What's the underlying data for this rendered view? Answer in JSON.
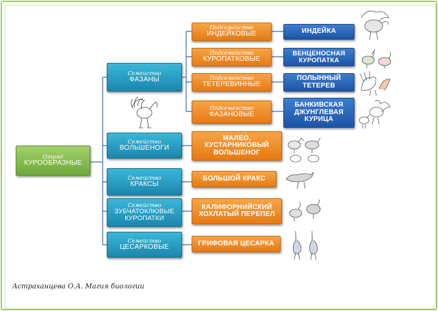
{
  "order": {
    "subtitle": "Отряд",
    "title": "КУРООБРАЗНЫЕ"
  },
  "families": [
    {
      "subtitle": "Семейство",
      "title": "ФАЗАНЫ"
    },
    {
      "subtitle": "Семейство",
      "title": "ВОЛЬШЕНОГИ"
    },
    {
      "subtitle": "Семейство",
      "title": "КРАКСЫ"
    },
    {
      "subtitle": "Семейство",
      "title": "ЗУБЧАТОКЛЮВЫЕ КУРОПАТКИ"
    },
    {
      "subtitle": "Семейство",
      "title": "ЦЕСАРКОВЫЕ"
    }
  ],
  "subfamilies": [
    {
      "subtitle": "Подсемейство",
      "title": "ИНДЕЙКОВЫЕ"
    },
    {
      "subtitle": "Подсемейство",
      "title": "КУРОПАТКОВЫЕ"
    },
    {
      "subtitle": "Подсемейство",
      "title": "ТЕТЕРЕВИННЫЕ"
    },
    {
      "subtitle": "Подсемейство",
      "title": "ФАЗАНОВЫЕ"
    }
  ],
  "species_blue": [
    "ИНДЕЙКА",
    "ВЕНЦЕНОСНАЯ КУРОПАТКА",
    "ПОЛЫННЫЙ ТЕТЕРЕВ",
    "БАНКИВСКАЯ ДЖУНГЛЕВАЯ КУРИЦА"
  ],
  "species_orange": [
    "МАЛЕО, КУСТАРНИКОВЫЙ ВОЛЬШЕНОГ",
    "БОЛЬШОЙ КРАКС",
    "КАЛИФОРНИЙСКИЙ ХОХЛАТЫЙ ПЕРЕПЕЛ",
    "ГРИФОВАЯ ЦЕСАРКА"
  ],
  "caption": "Астраханцева О.А. Магия биологии",
  "colors": {
    "order": "#7cb342",
    "family": "#239bc4",
    "subfamily": "#f08a24",
    "species": "#2a62b8",
    "frame": "#9ecb6a"
  }
}
